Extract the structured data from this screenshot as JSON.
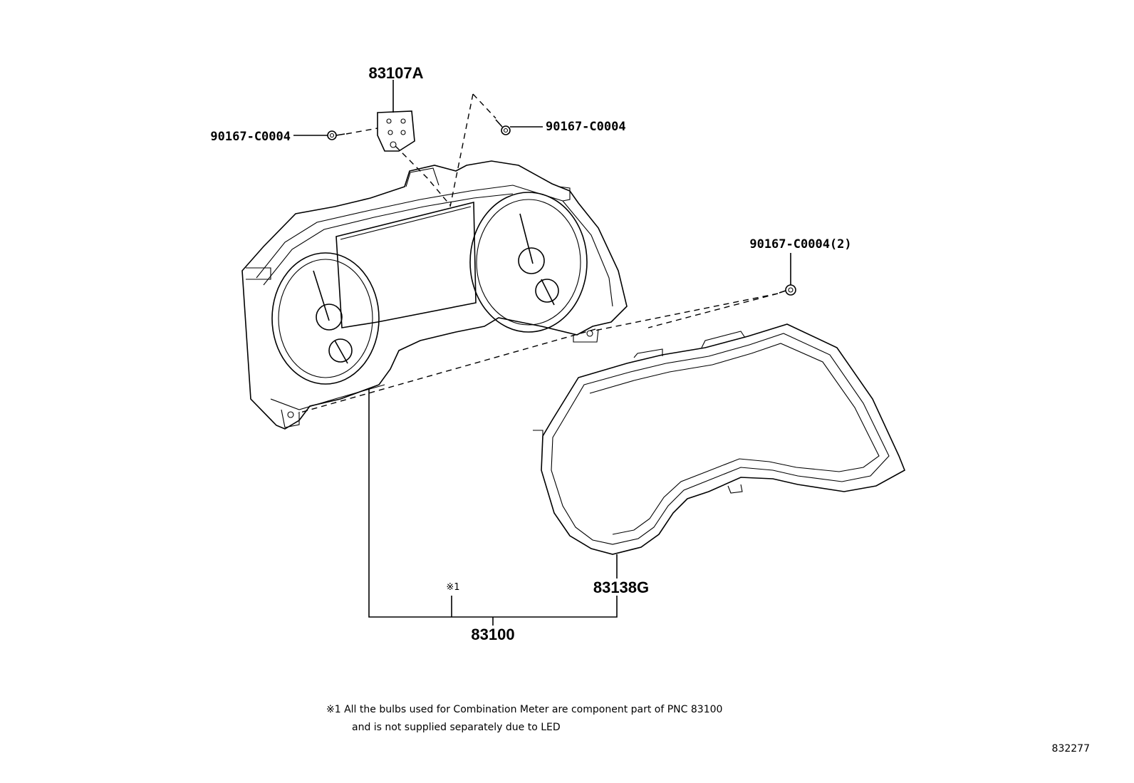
{
  "labels": {
    "bracket": "83107A",
    "screw_left": "90167-C0004",
    "screw_top": "90167-C0004",
    "screw_right": "90167-C0004(2)",
    "lens": "83138G",
    "meter_assembly": "83100",
    "note_marker": "※1"
  },
  "footnote": {
    "line1": "※1 All the bulbs used for Combination Meter are component part of PNC 83100",
    "line2": "and is not supplied separately due to LED"
  },
  "illustration_number": "832277"
}
